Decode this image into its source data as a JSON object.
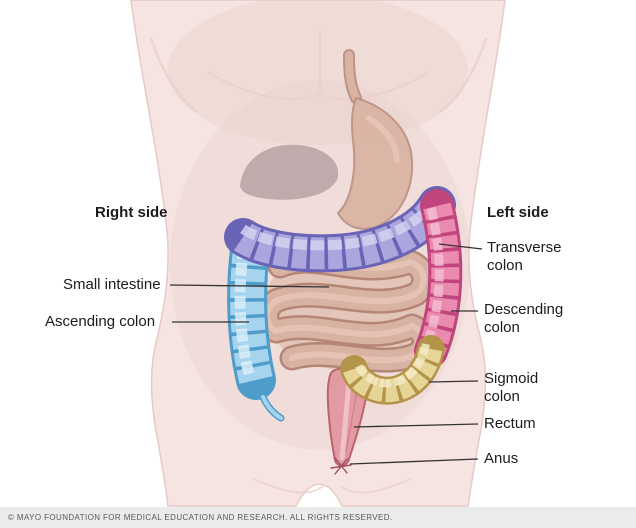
{
  "diagram": {
    "side_labels": {
      "right": "Right side",
      "left": "Left side"
    },
    "labels": {
      "small_intestine": "Small intestine",
      "ascending_colon": "Ascending colon",
      "transverse_colon": "Transverse colon",
      "descending_colon": "Descending colon",
      "sigmoid_colon": "Sigmoid colon",
      "rectum": "Rectum",
      "anus": "Anus"
    },
    "colors": {
      "torso_fill": "#f5e4e1",
      "torso_edge": "#e6cac5",
      "skin_shading": "#e9cfc9",
      "organ_shadow": "#6f5a63",
      "stomach_fill": "#d9b4a4",
      "stomach_edge": "#bd9383",
      "small_intestine_fill": "#d8b3a3",
      "small_intestine_edge": "#b58676",
      "small_intestine_highlight": "#e9cbbc",
      "ascending_fill": "#a6d3ed",
      "ascending_edge": "#4e9cc9",
      "ascending_highlight": "#d8edf9",
      "transverse_fill": "#aba6dd",
      "transverse_edge": "#6a64b6",
      "transverse_highlight": "#d4d1f0",
      "descending_fill": "#e98aae",
      "descending_edge": "#c2447c",
      "descending_highlight": "#f5bcd1",
      "sigmoid_fill": "#e6d597",
      "sigmoid_edge": "#b3944a",
      "sigmoid_highlight": "#f4eac3",
      "rectum_fill": "#e29aa3",
      "rectum_edge": "#bb6470",
      "rectum_highlight": "#f2c6cb",
      "leader_line": "#333333",
      "label_text": "#1b1b1b",
      "footer_bg": "#eaebeb",
      "footer_text": "#58595b"
    }
  },
  "footer": {
    "copyright": "© MAYO FOUNDATION FOR MEDICAL EDUCATION AND RESEARCH. ALL RIGHTS RESERVED."
  }
}
